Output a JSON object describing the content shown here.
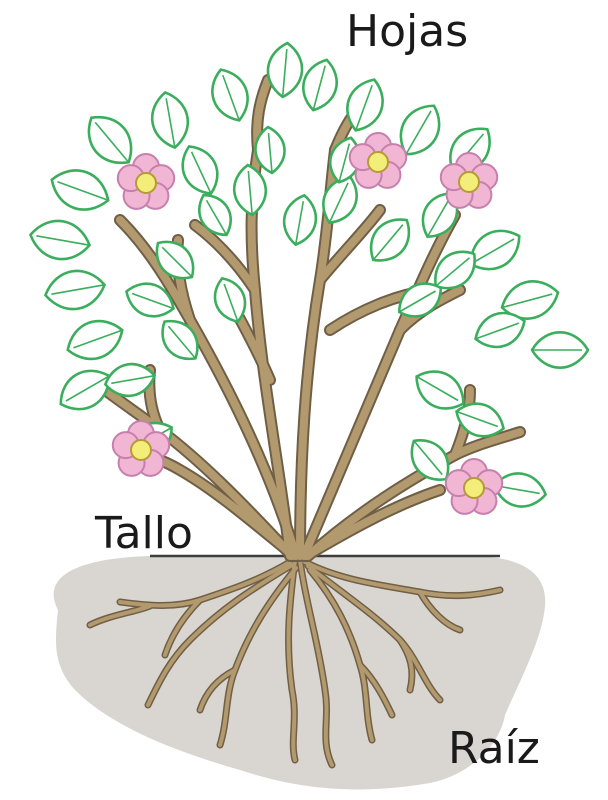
{
  "labels": {
    "leaves": "Hojas",
    "stem": "Tallo",
    "root": "Raíz"
  },
  "colors": {
    "leaf_outline": "#3aae5c",
    "leaf_fill": "#ffffff",
    "stem": "#b39a6e",
    "stem_outline": "#6f5f46",
    "soil": "#d9d6d2",
    "ground_line": "#3d3d3d",
    "petal": "#f1b6d3",
    "petal_outline": "#c77fae",
    "flower_center": "#f3ed7a",
    "flower_center_outline": "#b49b36",
    "label_text": "#1a1a1a"
  }
}
